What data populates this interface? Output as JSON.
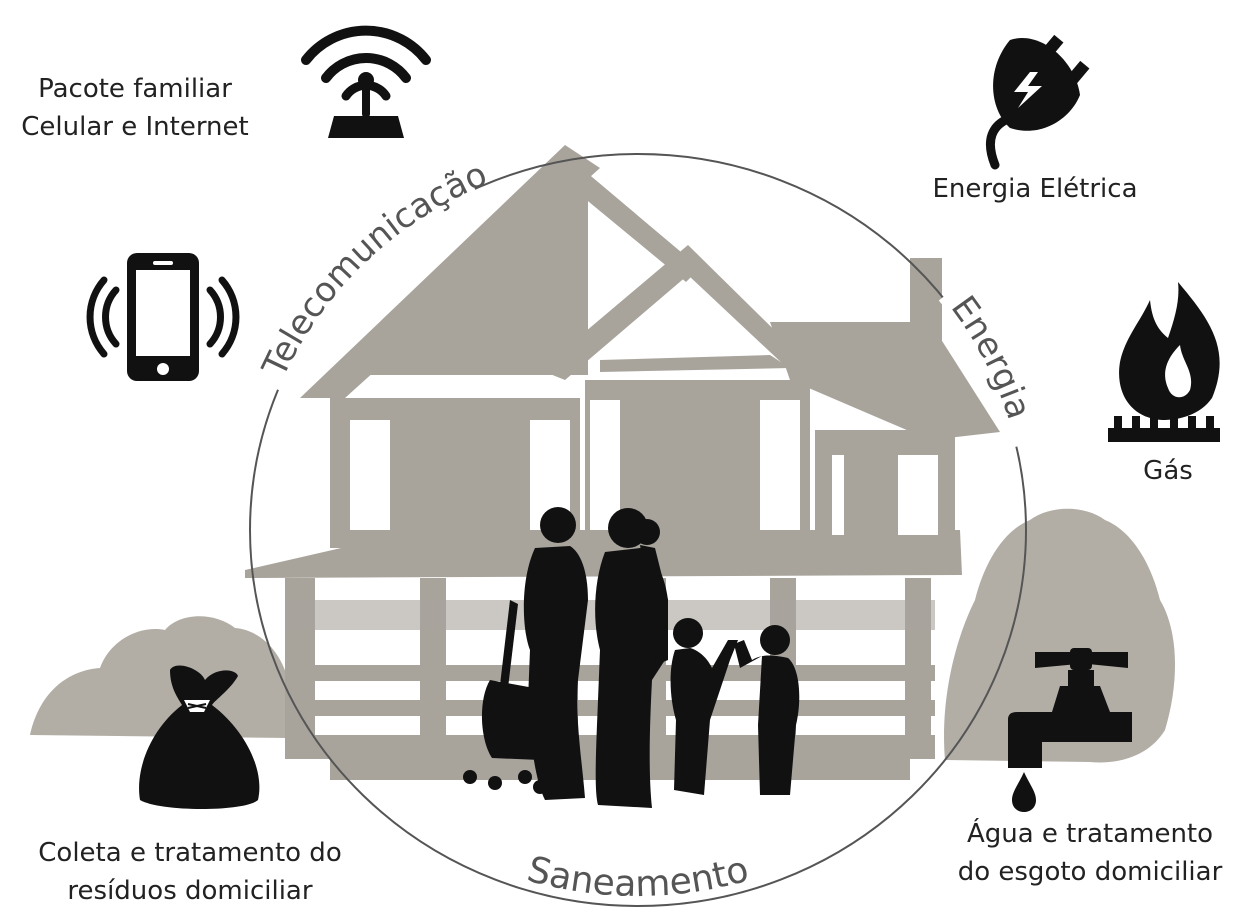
{
  "labels": {
    "telecom_package_line1": "Pacote familiar",
    "telecom_package_line2": "Celular e Internet",
    "electric_energy": "Energia Elétrica",
    "gas": "Gás",
    "waste_line1": "Coleta e tratamento do",
    "waste_line2": "resíduos domiciliar",
    "water_line1": "Água e tratamento",
    "water_line2": "do esgoto domiciliar"
  },
  "circle_labels": {
    "telecom": "Telecomunicação",
    "energy": "Energia",
    "sanitation": "Saneamento"
  },
  "colors": {
    "house": "#a8a49c",
    "bush": "#b2aea6",
    "silhouette": "#111111",
    "circle": "#555555",
    "text": "#222222"
  },
  "icons": [
    "wifi-router-icon",
    "smartphone-icon",
    "power-plug-icon",
    "gas-flame-icon",
    "trash-bag-icon",
    "water-tap-icon"
  ]
}
